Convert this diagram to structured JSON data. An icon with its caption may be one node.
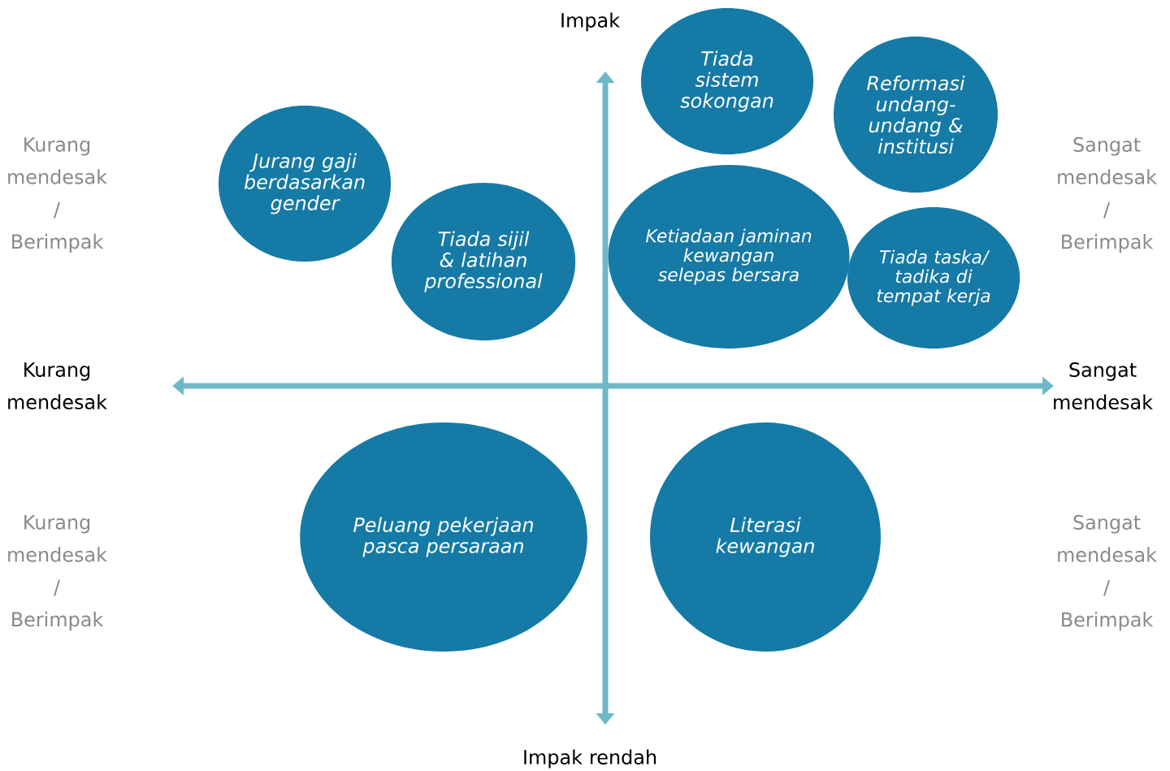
{
  "diagram": {
    "nodes": [
      {
        "text": [
          "Jurang gaji berdasarkan gender"
        ]
      },
      {
        "text": [
          "Tiada sijil & latihan professional"
        ]
      },
      {
        "text": [
          "Tiada sistem sokongan"
        ]
      },
      {
        "text": [
          "Reformasi undang-undang & institusi"
        ]
      },
      {
        "text": [
          "Ketiadaan jaminan kewangan selepas bersara"
        ]
      },
      {
        "text": [
          "Tiada taska/ tadika di tempat kerja"
        ]
      },
      {
        "text": [
          "Peluang pekerjaan pasca persaraan"
        ]
      },
      {
        "text": [
          "Literasi kewangan"
        ]
      }
    ],
    "labels": [
      "Impak",
      "Kurang mendesak / Berimpak",
      "Sangat mendesak / Berimpak",
      "Kurang mendesak",
      "Sangat mendesak",
      "Kurang mendesak / Berimpak",
      "Sangat mendesak / Berimpak",
      "Impak rendah"
    ]
  }
}
